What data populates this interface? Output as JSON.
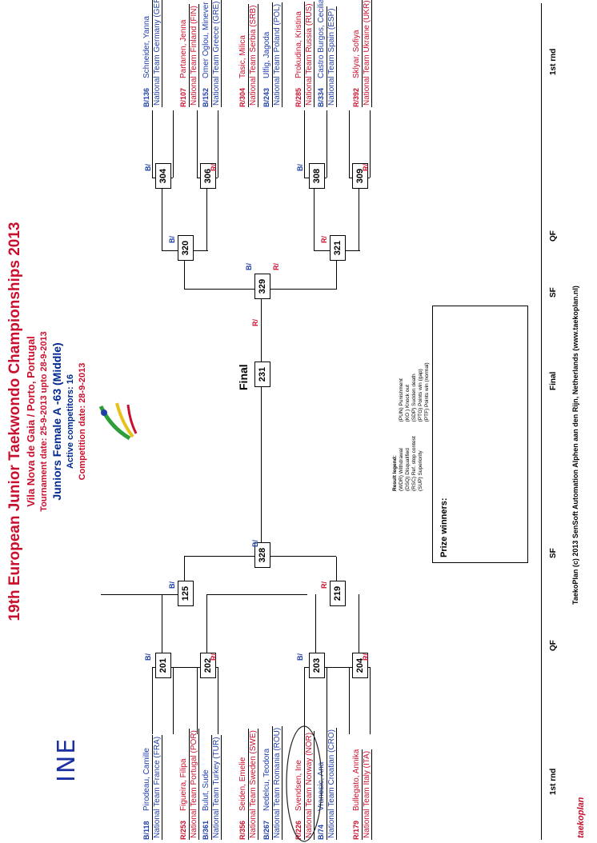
{
  "header": {
    "title": "19th European Junior Taekwondo Championships 2013",
    "venue": "Vila Nova de Gaia / Porto, Portugal",
    "dates": "Tournament date: 25-9-2013 upto 28-9-2013",
    "category": "Juniors Female A -63 (Middle)",
    "competitors": "Active competitors: 16",
    "competition_date": "Competition date: 28-9-2013"
  },
  "handwritten": "INE",
  "competitors": [
    {
      "code": "B/118",
      "name": "Pirodeau, Camille",
      "team": "National Team France (FRA)"
    },
    {
      "code": "R/253",
      "name": "Figueira, Filipa",
      "team": "National Team Portugal (POR)"
    },
    {
      "code": "B/361",
      "name": "Bulut, Sude",
      "team": "National Team Turkey (TUR)"
    },
    {
      "code": "R/356",
      "name": "Seiden, Emelie",
      "team": "National Team Sweden (SWE)"
    },
    {
      "code": "B/267",
      "name": "Nedelcu, Teodora",
      "team": "National Team Romania (ROU)"
    },
    {
      "code": "R/226",
      "name": "Svendsen, Ine",
      "team": "National Team Norway (NOR)"
    },
    {
      "code": "B/74",
      "name": "Vranesic, Ana",
      "team": "National Team Croatian (CRO)"
    },
    {
      "code": "R/179",
      "name": "Bullegato, Annika",
      "team": "National Team Italy (ITA)"
    },
    {
      "code": "B/136",
      "name": "Schneider, Yanna",
      "team": "National Team Germany (GER)"
    },
    {
      "code": "R/107",
      "name": "Partanen, Jenna",
      "team": "National Team Finland (FIN)"
    },
    {
      "code": "B/152",
      "name": "Omer Oglou, Minever",
      "team": "National Team Greece (GRE)"
    },
    {
      "code": "R/304",
      "name": "Tasic, Milica",
      "team": "National Team Serbia (SRB)"
    },
    {
      "code": "B/243",
      "name": "Ulfig, Jagoda",
      "team": "National Team Poland (POL)"
    },
    {
      "code": "R/285",
      "name": "Prokudina, Kristina",
      "team": "National Team Russia (RUS)"
    },
    {
      "code": "B/334",
      "name": "Castro Burgos, Cecilia",
      "team": "National Team Spain (ESP)"
    },
    {
      "code": "R/392",
      "name": "Sklyar, Sofiya",
      "team": "National Team Ukraine (UKR)"
    }
  ],
  "matches": {
    "m201": "201",
    "m202": "202",
    "m203": "203",
    "m204": "204",
    "m125": "125",
    "m219": "219",
    "m328": "328",
    "m231": "231",
    "m304": "304",
    "m306": "306",
    "m308": "308",
    "m309": "309",
    "m320": "320",
    "m321": "321",
    "m329": "329"
  },
  "markers": {
    "blue": "B/",
    "red": "R/"
  },
  "final_label": "Final",
  "legend": {
    "title": "Result legend:",
    "left": [
      "(WDR) Withdrawal",
      "(DSQ) Disqualified",
      "(RSC) Ref. stop contest",
      "(SUP) Superiority"
    ],
    "right": [
      "(PUN) Punishment",
      "(KO ) Knock out",
      "(SDP) Sudden death",
      "(PTG) Points win (gap)",
      "(PTF) Points win (normal)"
    ]
  },
  "prize_winners": "Prize winners:",
  "rounds": [
    "1st rnd",
    "QF",
    "SF",
    "Final",
    "SF",
    "QF",
    "1st rnd"
  ],
  "footer": "TaekoPlan (c) 2013 SenSoft Automation Alphen aan den Rijn, Netherlands (www.taekoplan.nl)",
  "logo_text": "taekoplan",
  "colors": {
    "red": "#c8102e",
    "blue": "#1f3fa8"
  }
}
